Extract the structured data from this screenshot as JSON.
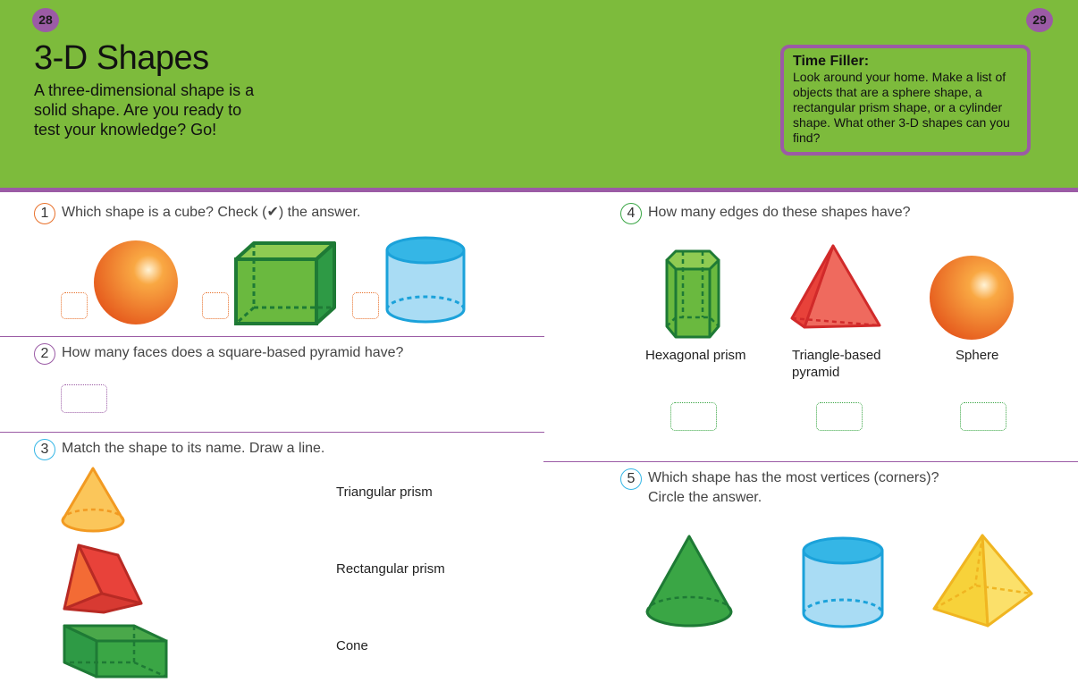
{
  "page_numbers": {
    "left": "28",
    "right": "29"
  },
  "title": "3-D Shapes",
  "intro": "A three-dimensional shape is a solid shape. Are you ready to test your knowledge? Go!",
  "time_filler": {
    "heading": "Time Filler:",
    "text": "Look around your home. Make a list of objects that are a sphere shape, a rectangular prism shape, or a cylinder shape. What other 3-D shapes can you find?"
  },
  "questions": [
    {
      "number": "1",
      "text": "Which shape is a cube? Check (✔) the answer."
    },
    {
      "number": "2",
      "text": "How many faces does a square-based pyramid have?"
    },
    {
      "number": "3",
      "text": "Match the shape to its name. Draw a line."
    },
    {
      "number": "4",
      "text": "How many edges do these shapes have?"
    },
    {
      "number": "5",
      "text": "Which shape has the most vertices (corners)?\nCircle the answer."
    }
  ],
  "q3_names": [
    "Triangular prism",
    "Rectangular prism",
    "Cone"
  ],
  "q4_labels": [
    "Hexagonal prism",
    "Triangle-based pyramid",
    "Sphere"
  ],
  "colors": {
    "header_green": "#7dbb3c",
    "accent_purple": "#9b5ba5",
    "orange": "#e8702a",
    "green": "#3aa645",
    "blue": "#35b6e6",
    "red": "#e8423a",
    "yellow": "#f7d23a"
  },
  "icons": [
    "sphere-icon",
    "cube-icon",
    "cylinder-icon",
    "cone-icon",
    "triangular-prism-icon",
    "rectangular-prism-icon",
    "hexagonal-prism-icon",
    "triangle-pyramid-icon",
    "square-pyramid-icon"
  ]
}
